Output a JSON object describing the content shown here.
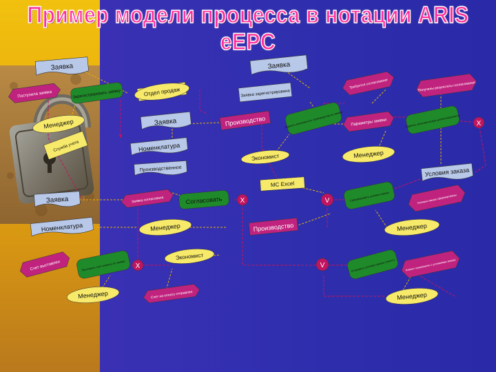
{
  "title": "Пример модели процесса в нотации ARIS eEPC",
  "colors": {
    "event": "#c0237e",
    "function": "#1f8a2a",
    "document": "#b8c8e8",
    "org_unit": "#f7e96a",
    "connector": "#c01560",
    "link": "#e8b300",
    "title": "#ff2f9c",
    "background": "#3430b0",
    "sidebar": "#eeb40e"
  },
  "nodes": {
    "d1": "Заявка",
    "d2": "Заявка",
    "e1": "Поступила заявка",
    "f1": "Зарегистрировать заявку",
    "o1": "Отдел продаж",
    "e2": "Заявка зарегистрирована",
    "e3": "Требуется согласование",
    "e4": "Получены результаты согласования",
    "o2": "Менеджер",
    "d3": "Заявка",
    "o3": "Производство",
    "f2": "Оценить возможность производства по заявке",
    "e5": "Параметры заявки",
    "f3": "Оценить экономическую целесообразность",
    "d4": "Номенклатура",
    "o4": "Служба учета",
    "o5": "Экономист",
    "o6": "Менеджер",
    "d5": "Производственное",
    "d6": "Условия заказа",
    "e6": "МС Excel",
    "d7": "Заявка",
    "e7": "Заявка согласована",
    "f4": "Согласовать",
    "f5": "Сформировать условия заказа",
    "e8": "Условия заказа сформированы",
    "d8": "Номенклатура",
    "o7": "Менеджер",
    "o8": "Производство",
    "o9": "Менеджер",
    "e9": "Счет выставлен",
    "f6": "Выставить счет клиенту по заявке",
    "o10": "Экономист",
    "f7": "Отправить условия заказа клиенту",
    "e10": "Клиент ознакомлен с условиями заказа",
    "o11": "Менеджер",
    "e11": "Счет на оплату отправлен",
    "o12": "Менеджер"
  },
  "connectors": [
    "X",
    "X",
    "V",
    "X",
    "V"
  ]
}
